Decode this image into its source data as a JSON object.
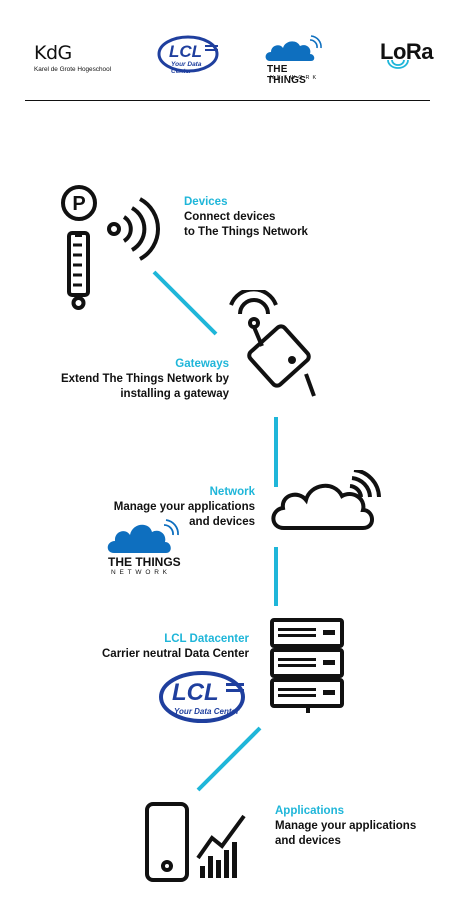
{
  "header": {
    "kdg_word": "KdG",
    "kdg_sub": "Karel de Grote Hogeschool",
    "lcl_word": "LCL",
    "lcl_sub": "Your Data Center",
    "ttn_title": "THE THINGS",
    "ttn_sub": "NETWORK",
    "lora": "LoRa"
  },
  "steps": {
    "devices": {
      "title": "Devices",
      "line1": "Connect devices",
      "line2": "to The Things Network"
    },
    "gateways": {
      "title": "Gateways",
      "line1": "Extend The Things Network by",
      "line2": "installing a gateway"
    },
    "network": {
      "title": "Network",
      "line1": "Manage your applications",
      "line2": "and devices"
    },
    "datacenter": {
      "title": "LCL Datacenter",
      "line1": "Carrier neutral Data Center"
    },
    "applications": {
      "title": "Applications",
      "line1": "Manage your applications",
      "line2": "and devices"
    }
  },
  "network_logo": {
    "title": "THE THINGS",
    "sub": "NETWORK"
  },
  "datacenter_logo": {
    "word": "LCL",
    "sub": "Your Data Center"
  },
  "parking_letter": "P",
  "colors": {
    "accent": "#1fb6d9",
    "ttn_blue": "#0e6fbf",
    "lcl_blue": "#1f3f9e",
    "ink": "#111111"
  }
}
